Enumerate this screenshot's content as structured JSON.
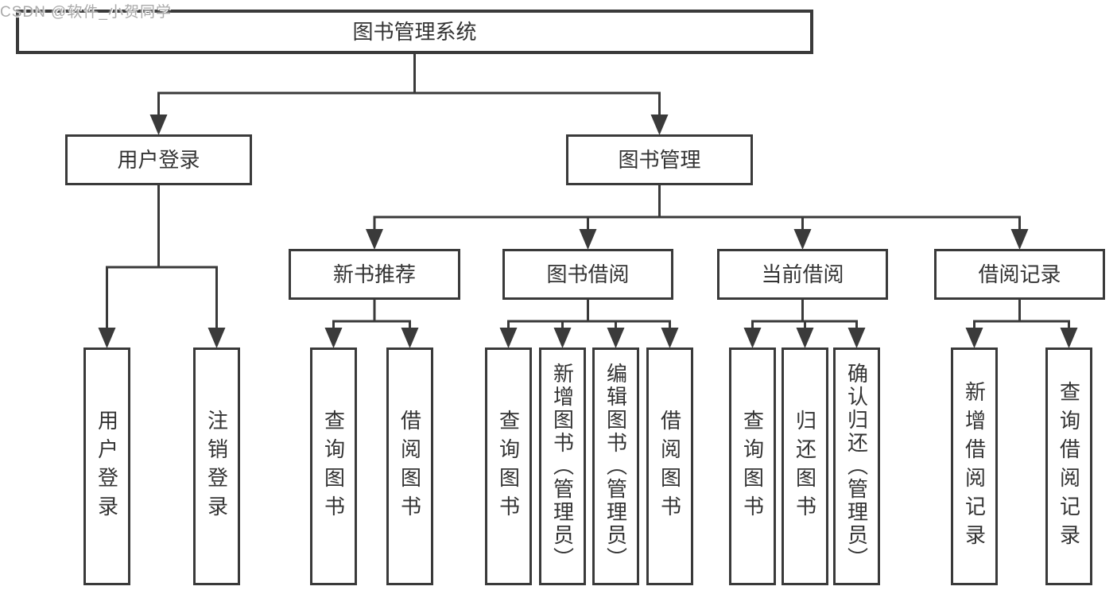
{
  "page": {
    "background": "#ffffff"
  },
  "diagram": {
    "type": "tree",
    "title": "图书管理系统",
    "line_color": "#3a3a3a",
    "text_color": "#333333",
    "box_background": "#ffffff",
    "nodes": [
      {
        "id": "root",
        "label": "图书管理系统",
        "level": 1
      },
      {
        "id": "login",
        "label": "用户登录",
        "level": 2
      },
      {
        "id": "mgmt",
        "label": "图书管理",
        "level": 2
      },
      {
        "id": "rec",
        "label": "新书推荐",
        "level": 3
      },
      {
        "id": "borrow",
        "label": "图书借阅",
        "level": 3
      },
      {
        "id": "current",
        "label": "当前借阅",
        "level": 3
      },
      {
        "id": "record",
        "label": "借阅记录",
        "level": 3
      },
      {
        "id": "u1",
        "label": "用户登录",
        "level": 4
      },
      {
        "id": "u2",
        "label": "注销登录",
        "level": 4
      },
      {
        "id": "n1",
        "label": "查询图书",
        "level": 4
      },
      {
        "id": "n2",
        "label": "借阅图书",
        "level": 4
      },
      {
        "id": "b1",
        "label": "查询图书",
        "level": 4
      },
      {
        "id": "b2",
        "label": "新增图书（管理员）",
        "level": 4
      },
      {
        "id": "b3",
        "label": "编辑图书（管理员）",
        "level": 4
      },
      {
        "id": "b4",
        "label": "借阅图书",
        "level": 4
      },
      {
        "id": "c1",
        "label": "查询图书",
        "level": 4
      },
      {
        "id": "c2",
        "label": "归还图书",
        "level": 4
      },
      {
        "id": "c3",
        "label": "确认归还（管理员）",
        "level": 4
      },
      {
        "id": "r1",
        "label": "新增借阅记录",
        "level": 4
      },
      {
        "id": "r2",
        "label": "查询借阅记录",
        "level": 4
      }
    ],
    "edges": [
      {
        "parent": "root",
        "children": [
          "login",
          "mgmt"
        ]
      },
      {
        "parent": "login",
        "children": [
          "u1",
          "u2"
        ]
      },
      {
        "parent": "mgmt",
        "children": [
          "rec",
          "borrow",
          "current",
          "record"
        ]
      },
      {
        "parent": "rec",
        "children": [
          "n1",
          "n2"
        ]
      },
      {
        "parent": "borrow",
        "children": [
          "b1",
          "b2",
          "b3",
          "b4"
        ]
      },
      {
        "parent": "current",
        "children": [
          "c1",
          "c2",
          "c3"
        ]
      },
      {
        "parent": "record",
        "children": [
          "r1",
          "r2"
        ]
      }
    ]
  },
  "watermark": {
    "text": "CSDN @软件_小贺同学",
    "color": "#ababab"
  }
}
